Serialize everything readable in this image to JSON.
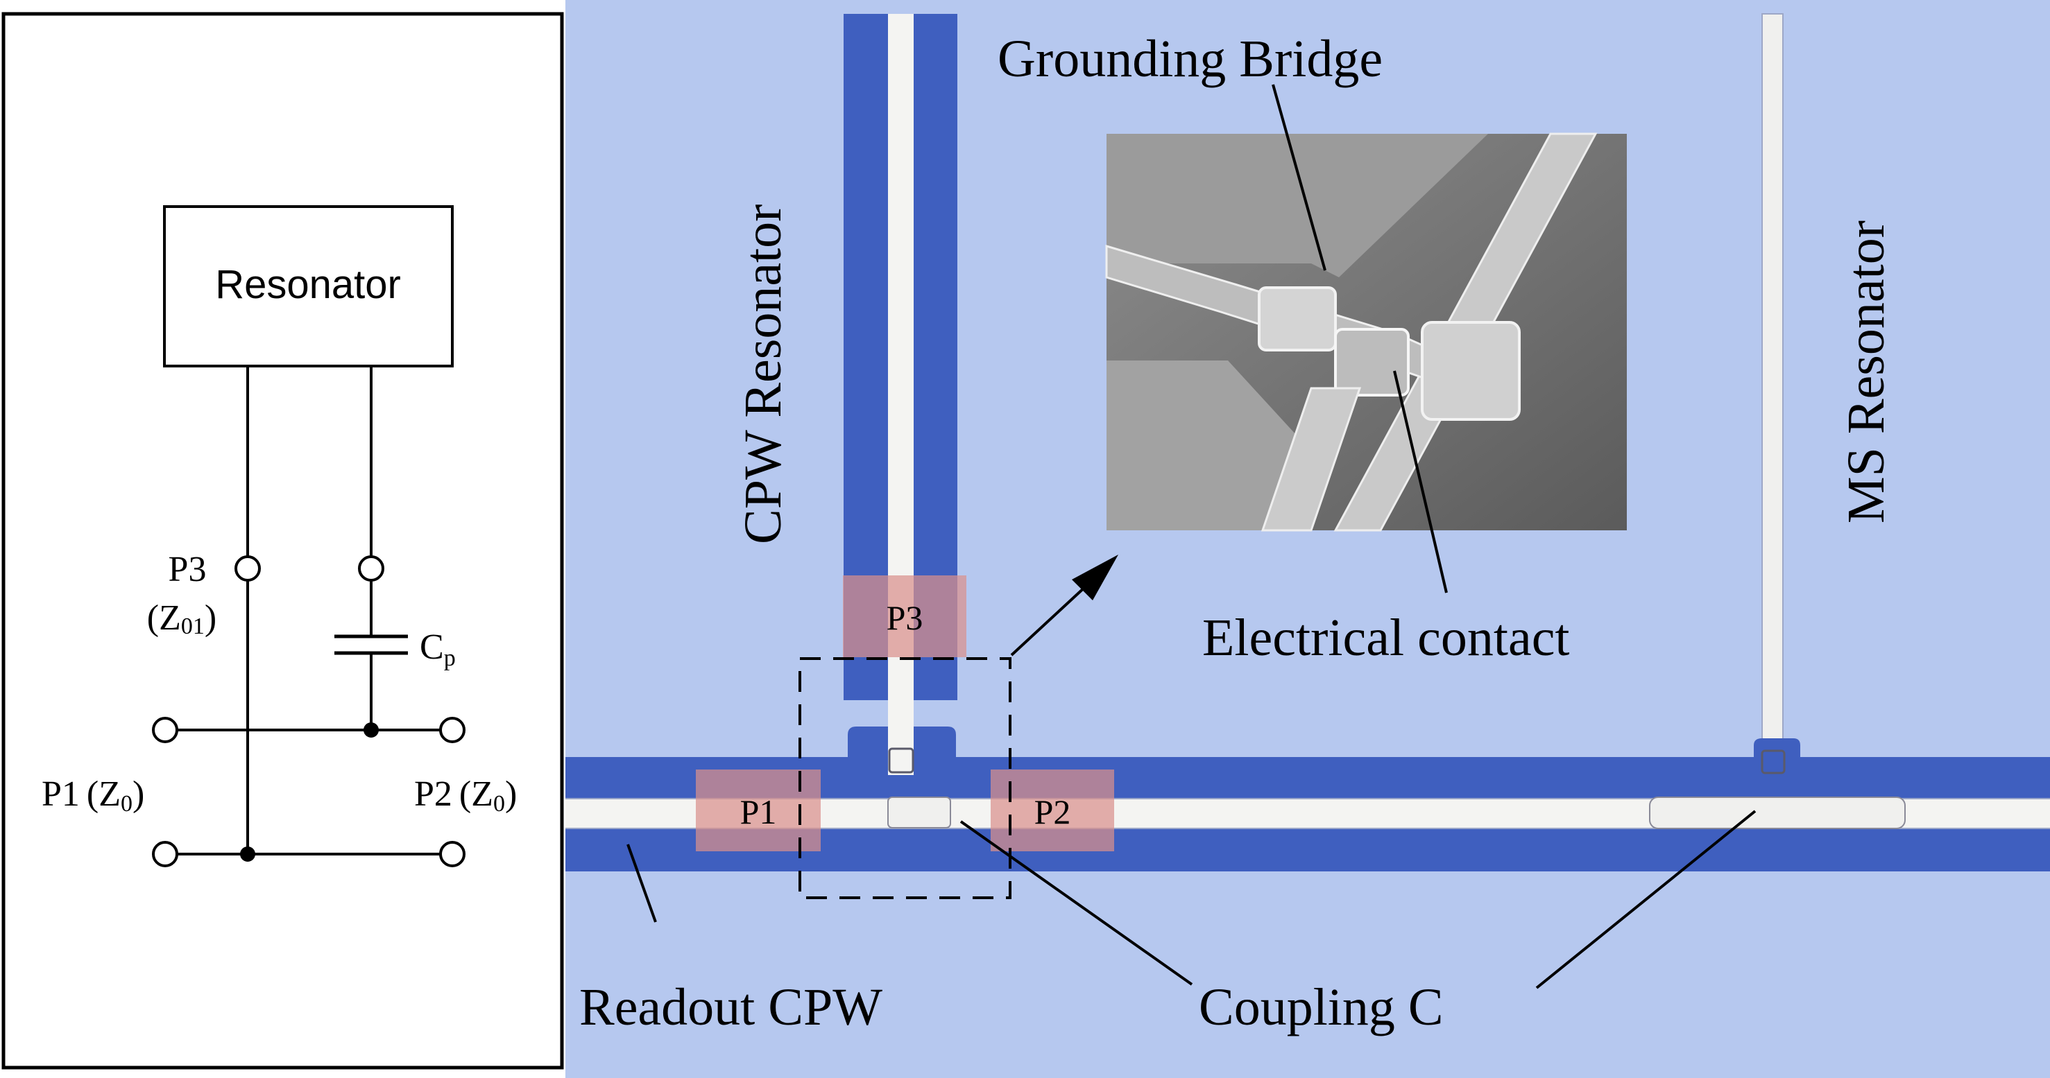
{
  "schematic": {
    "resonator_label": "Resonator",
    "p3_label": "P3",
    "z01_prefix": "(Z",
    "z01_sub": "01",
    "z01_suffix": ")",
    "cp_main": "C",
    "cp_sub": "p",
    "p1_prefix": "P1",
    "p1_paren_open": "(Z",
    "p1_sub": "0",
    "p1_paren_close": ")",
    "p2_prefix": "P2",
    "p2_paren_open": "(Z",
    "p2_sub": "0",
    "p2_paren_close": ")"
  },
  "micrograph": {
    "cpw_resonator_label": "CPW Resonator",
    "ms_resonator_label": "MS Resonator",
    "grounding_bridge_label": "Grounding Bridge",
    "electrical_contact_label": "Electrical contact",
    "readout_cpw_label": "Readout CPW",
    "coupling_label": "Coupling C",
    "port_p1": "P1",
    "port_p2": "P2",
    "port_p3": "P3"
  },
  "colors": {
    "substrate": "#b6c8ef",
    "ground_gap": "#3f5fbf",
    "metal_line": "#f4f4f2",
    "port_marker": "#d9908c",
    "line": "#000000"
  }
}
